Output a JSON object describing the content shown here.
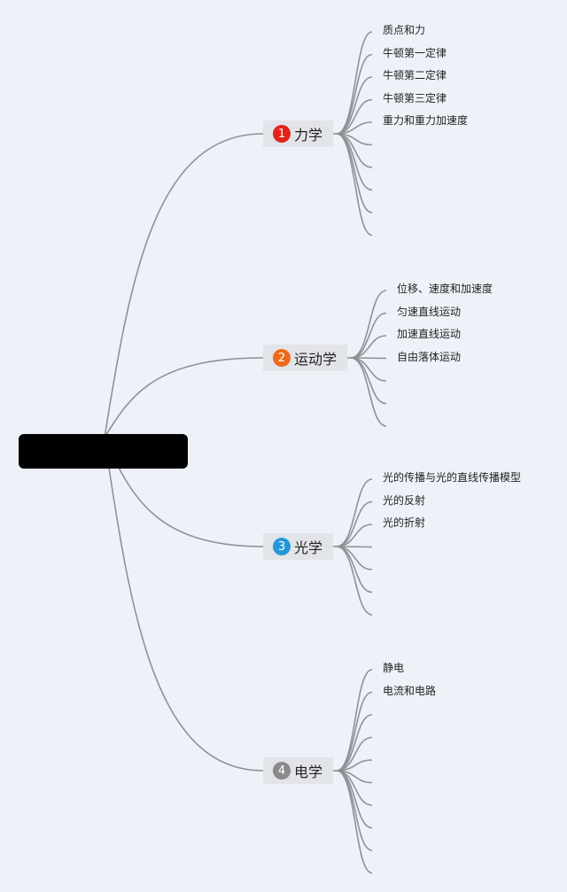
{
  "root": {
    "label": ""
  },
  "branches": [
    {
      "number": "1",
      "label": "力学",
      "badge_color": "#e2231a",
      "leaves": [
        "质点和力",
        "牛顿第一定律",
        "牛顿第二定律",
        "牛顿第三定律",
        "重力和重力加速度",
        "",
        "",
        "",
        "",
        ""
      ]
    },
    {
      "number": "2",
      "label": "运动学",
      "badge_color": "#ee6a1b",
      "leaves": [
        "位移、速度和加速度",
        "匀速直线运动",
        "加速直线运动",
        "自由落体运动",
        "",
        "",
        ""
      ]
    },
    {
      "number": "3",
      "label": "光学",
      "badge_color": "#2597d8",
      "leaves": [
        "光的传播与光的直线传播模型",
        "光的反射",
        "光的折射",
        "",
        "",
        "",
        ""
      ]
    },
    {
      "number": "4",
      "label": "电学",
      "badge_color": "#8a8a8a",
      "leaves": [
        "静电",
        "电流和电路",
        "",
        "",
        "",
        "",
        "",
        "",
        "",
        ""
      ]
    }
  ]
}
